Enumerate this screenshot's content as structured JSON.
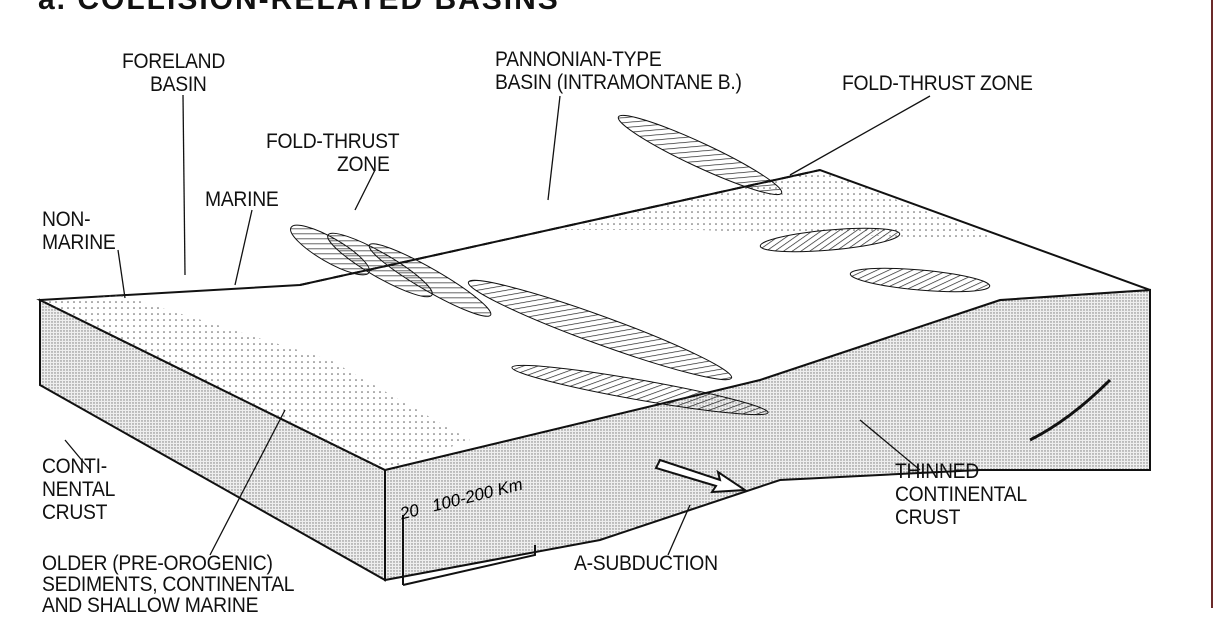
{
  "title": "a. COLLISION-RELATED BASINS",
  "labels": {
    "foreland_1": "FORELAND",
    "foreland_2": "BASIN",
    "pannonian_1": "PANNONIAN-TYPE",
    "pannonian_2": "BASIN (INTRAMONTANE B.)",
    "fold_thrust_right": "FOLD-THRUST ZONE",
    "fold_thrust_1": "FOLD-THRUST",
    "fold_thrust_2": "ZONE",
    "marine": "MARINE",
    "nonmarine_1": "NON-",
    "nonmarine_2": "MARINE",
    "crust_1": "CONTI-",
    "crust_2": "NENTAL",
    "crust_3": "CRUST",
    "older_1": "OLDER (PRE-OROGENIC)",
    "older_2": "SEDIMENTS, CONTINENTAL",
    "older_3": "AND SHALLOW MARINE",
    "subduction": "A-SUBDUCTION",
    "thinned_1": "THINNED",
    "thinned_2": "CONTINENTAL",
    "thinned_3": "CRUST",
    "scale_depth": "20",
    "scale_length": "100-200 Km"
  }
}
